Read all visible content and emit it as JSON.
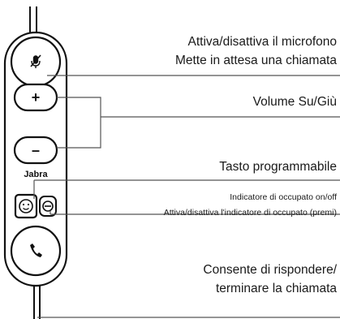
{
  "brand": "Jabra",
  "labels": {
    "mute_line1": "Attiva/disattiva il microfono",
    "mute_line2": "Mette in attesa una chiamata",
    "volume": "Volume Su/Giù",
    "programmable": "Tasto programmabile",
    "busy_indicator": "Indicatore di occupato on/off",
    "busy_toggle": "Attiva/disattiva l'indicatore di occupato (premi)",
    "answer_line1": "Consente di rispondere/",
    "answer_line2": "terminare la chiamata"
  },
  "buttons": {
    "plus_symbol": "+",
    "minus_symbol": "–"
  },
  "icons": {
    "mute": "microphone-off-icon",
    "programmable": "smiley-icon",
    "busy": "busy-light-icon",
    "call": "phone-handset-icon"
  }
}
